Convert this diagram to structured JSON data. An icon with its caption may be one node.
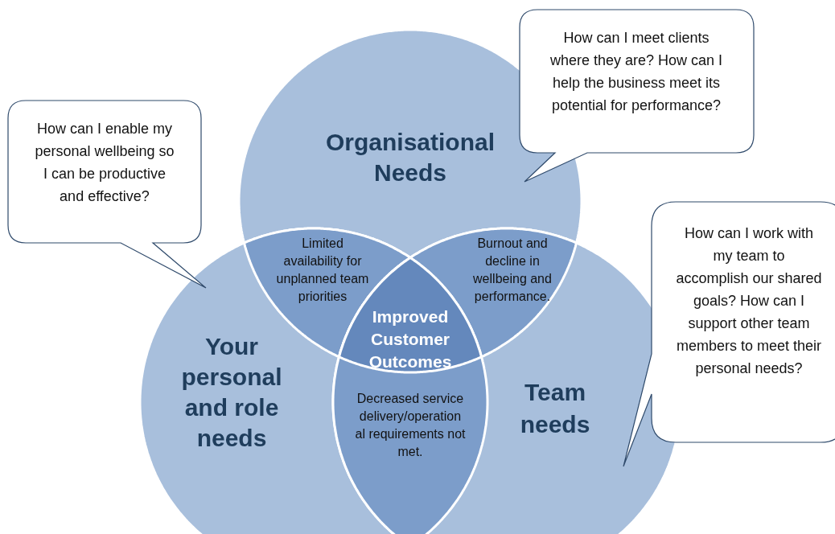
{
  "diagram": {
    "nodes": [
      {
        "text": [
          "Organisational Needs"
        ]
      },
      {
        "text": [
          "Your personal and role needs"
        ]
      },
      {
        "text": [
          "Team needs"
        ]
      },
      {
        "text": [
          "Limited availability for unplanned team priorities"
        ]
      },
      {
        "text": [
          "Burnout and decline in wellbeing and performance."
        ]
      },
      {
        "text": [
          "Improved Customer Outcomes"
        ]
      },
      {
        "text": [
          "Decreased service delivery/operation al requirements not met."
        ]
      },
      {
        "text": [
          "How can I enable my personal wellbeing so I can be productive and effective?"
        ]
      },
      {
        "text": [
          "How can I meet clients where they are? How can I help the business meet its potential for performance?"
        ]
      },
      {
        "text": [
          "How can I work with my team to accomplish our shared goals? How can I support other team members to meet their personal needs?"
        ]
      }
    ]
  }
}
